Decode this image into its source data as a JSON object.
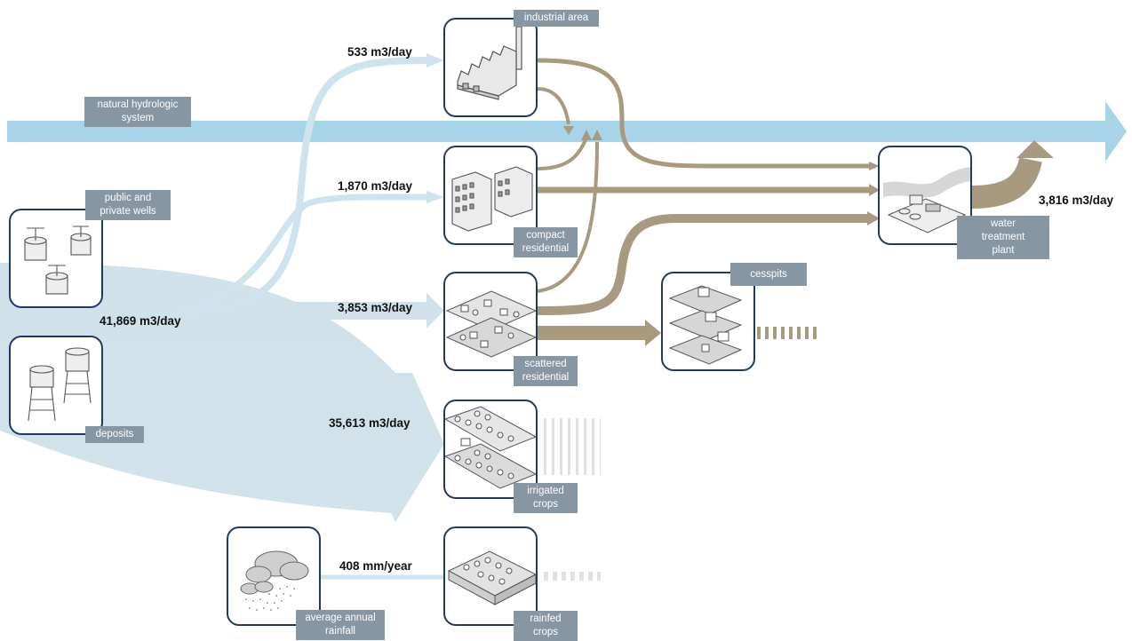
{
  "nodes": {
    "industrial": "industrial area",
    "compact": "compact\nresidential",
    "scattered": "scattered\nresidential",
    "irrigated": "irrigated\ncrops",
    "rainfed": "rainfed\ncrops",
    "wells": "public and\nprivate wells",
    "deposits": "deposits",
    "rainfall": "average annual\nrainfall",
    "cesspits": "cesspits",
    "treatment": "water\ntreatment\nplant",
    "natural": "natural hydrologic\nsystem"
  },
  "flows": {
    "industrial": "533 m3/day",
    "compact": "1,870 m3/day",
    "scattered": "3,853 m3/day",
    "irrigated": "35,613 m3/day",
    "total": "41,869 m3/day",
    "rainfall": "408 mm/year",
    "treatment_out": "3,816 m3/day"
  },
  "colors": {
    "supply_blue": "#b7d6e6",
    "river_blue": "#a8d4ea",
    "waste_brown": "#a79a7e",
    "frame": "#1f3a63",
    "tag": "#8696a3"
  }
}
